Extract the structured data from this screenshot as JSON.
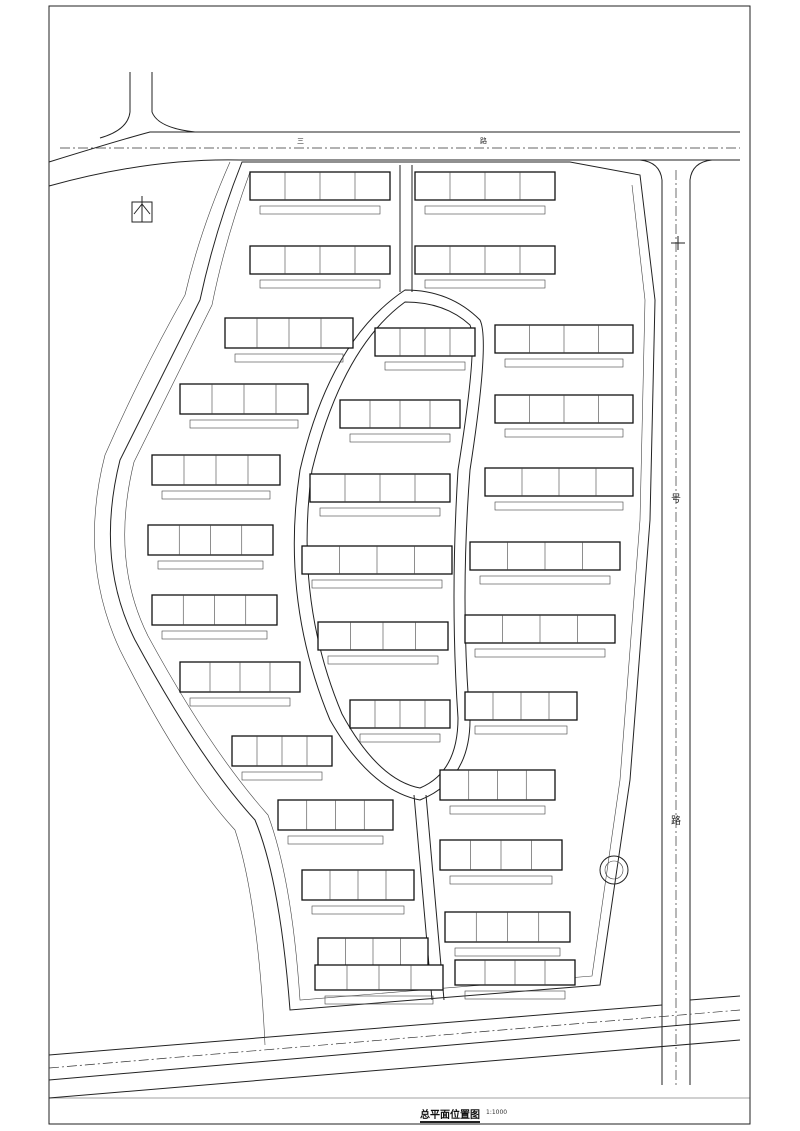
{
  "drawing": {
    "title": "总平面位置图",
    "scale": "1:1000",
    "road_label_east_top": "号",
    "road_label_east_bottom": "路",
    "road_label_north": "三",
    "road_label_north_2": "路",
    "north_arrow": "north-arrow-icon"
  }
}
